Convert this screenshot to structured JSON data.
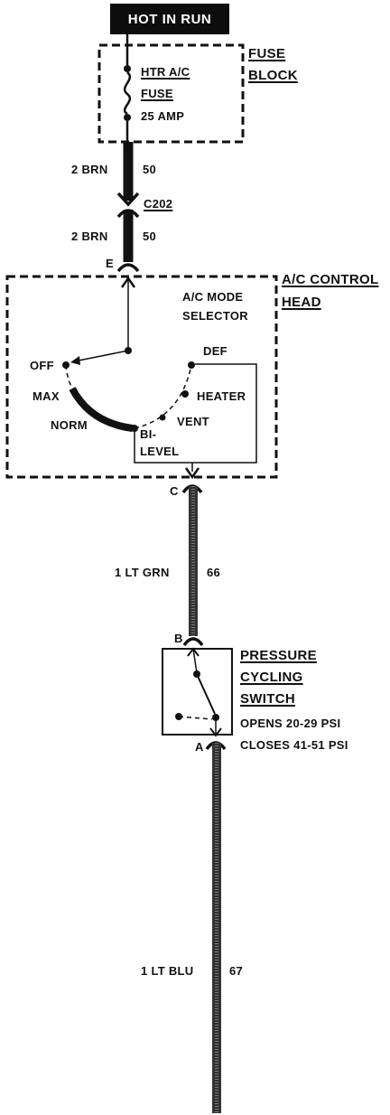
{
  "header": {
    "title": "HOT IN RUN"
  },
  "fuse_block": {
    "title_line1": "FUSE",
    "title_line2": "BLOCK",
    "fuse_name_line1": "HTR A/C",
    "fuse_name_line2": "FUSE",
    "fuse_rating": "25 AMP"
  },
  "wires": {
    "upper1_gauge_color": "2 BRN",
    "upper1_circuit": "50",
    "connector": "C202",
    "upper2_gauge_color": "2 BRN",
    "upper2_circuit": "50",
    "middle_gauge_color": "1 LT GRN",
    "middle_circuit": "66",
    "lower_gauge_color": "1 LT BLU",
    "lower_circuit": "67"
  },
  "control_head": {
    "title_line1": "A/C CONTROL",
    "title_line2": "HEAD",
    "selector_line1": "A/C MODE",
    "selector_line2": "SELECTOR",
    "pin_in": "E",
    "pin_out": "C",
    "positions": {
      "off": "OFF",
      "max": "MAX",
      "norm": "NORM",
      "bilevel_line1": "BI-",
      "bilevel_line2": "LEVEL",
      "vent": "VENT",
      "heater": "HEATER",
      "def": "DEF"
    }
  },
  "pressure_switch": {
    "name_line1": "PRESSURE",
    "name_line2": "CYCLING",
    "name_line3": "SWITCH",
    "opens": "OPENS 20-29 PSI",
    "closes": "CLOSES 41-51 PSI",
    "pin_top": "B",
    "pin_bottom": "A"
  }
}
